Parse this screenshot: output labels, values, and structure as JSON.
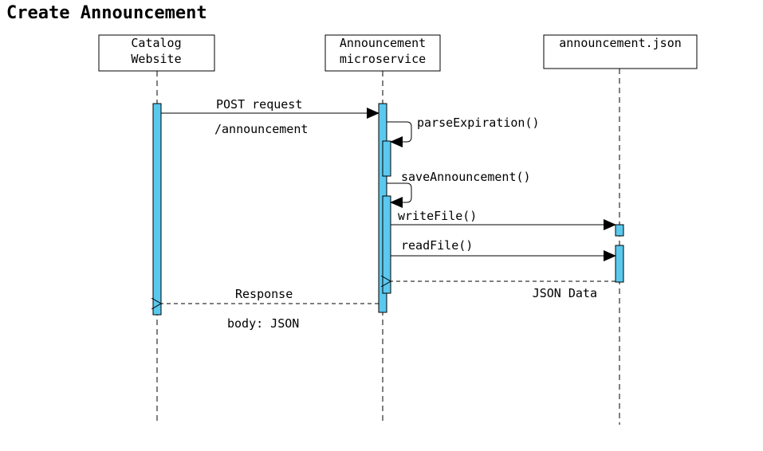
{
  "title": "Create Announcement",
  "colors": {
    "activation_fill": "#5bc8ee",
    "line": "#000000",
    "background": "#ffffff"
  },
  "participants": [
    {
      "id": "catalog",
      "lines": [
        "Catalog",
        "Website"
      ]
    },
    {
      "id": "service",
      "lines": [
        "Announcement",
        "microservice"
      ]
    },
    {
      "id": "json",
      "lines": [
        "announcement.json"
      ]
    }
  ],
  "messages": [
    {
      "id": "post",
      "from": "catalog",
      "to": "service",
      "kind": "sync",
      "lines": [
        "POST request",
        "/announcement"
      ]
    },
    {
      "id": "parse",
      "from": "service",
      "to": "service",
      "kind": "self",
      "lines": [
        "parseExpiration()"
      ]
    },
    {
      "id": "save",
      "from": "service",
      "to": "service",
      "kind": "self",
      "lines": [
        "saveAnnouncement()"
      ]
    },
    {
      "id": "write",
      "from": "service",
      "to": "json",
      "kind": "sync",
      "lines": [
        "writeFile()"
      ]
    },
    {
      "id": "read",
      "from": "service",
      "to": "json",
      "kind": "sync",
      "lines": [
        "readFile()"
      ]
    },
    {
      "id": "jsondata",
      "from": "json",
      "to": "service",
      "kind": "return",
      "lines": [
        "JSON Data"
      ]
    },
    {
      "id": "response",
      "from": "service",
      "to": "catalog",
      "kind": "return",
      "lines": [
        "Response",
        "body: JSON"
      ]
    }
  ]
}
